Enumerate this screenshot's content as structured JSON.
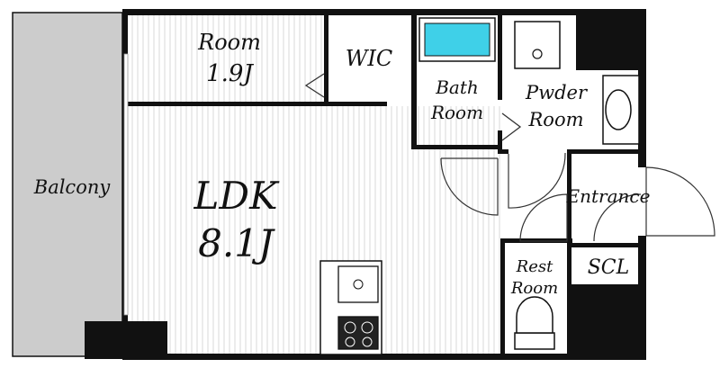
{
  "plan": {
    "rooms": {
      "balcony": "Balcony",
      "room_name": "Room",
      "room_size": "1.9J",
      "wic": "WIC",
      "bath_line1": "Bath",
      "bath_line2": "Room",
      "powder_line1": "Pwder",
      "powder_line2": "Room",
      "ldk_name": "LDK",
      "ldk_size": "8.1J",
      "entrance": "Entrance",
      "rest_line1": "Rest",
      "rest_line2": "Room",
      "scl": "SCL"
    },
    "colors": {
      "wall": "#111111",
      "balcony_fill": "#cccccc",
      "bathtub_water": "#3fd0e8",
      "floor_stripe": "#d9d9d9"
    }
  }
}
